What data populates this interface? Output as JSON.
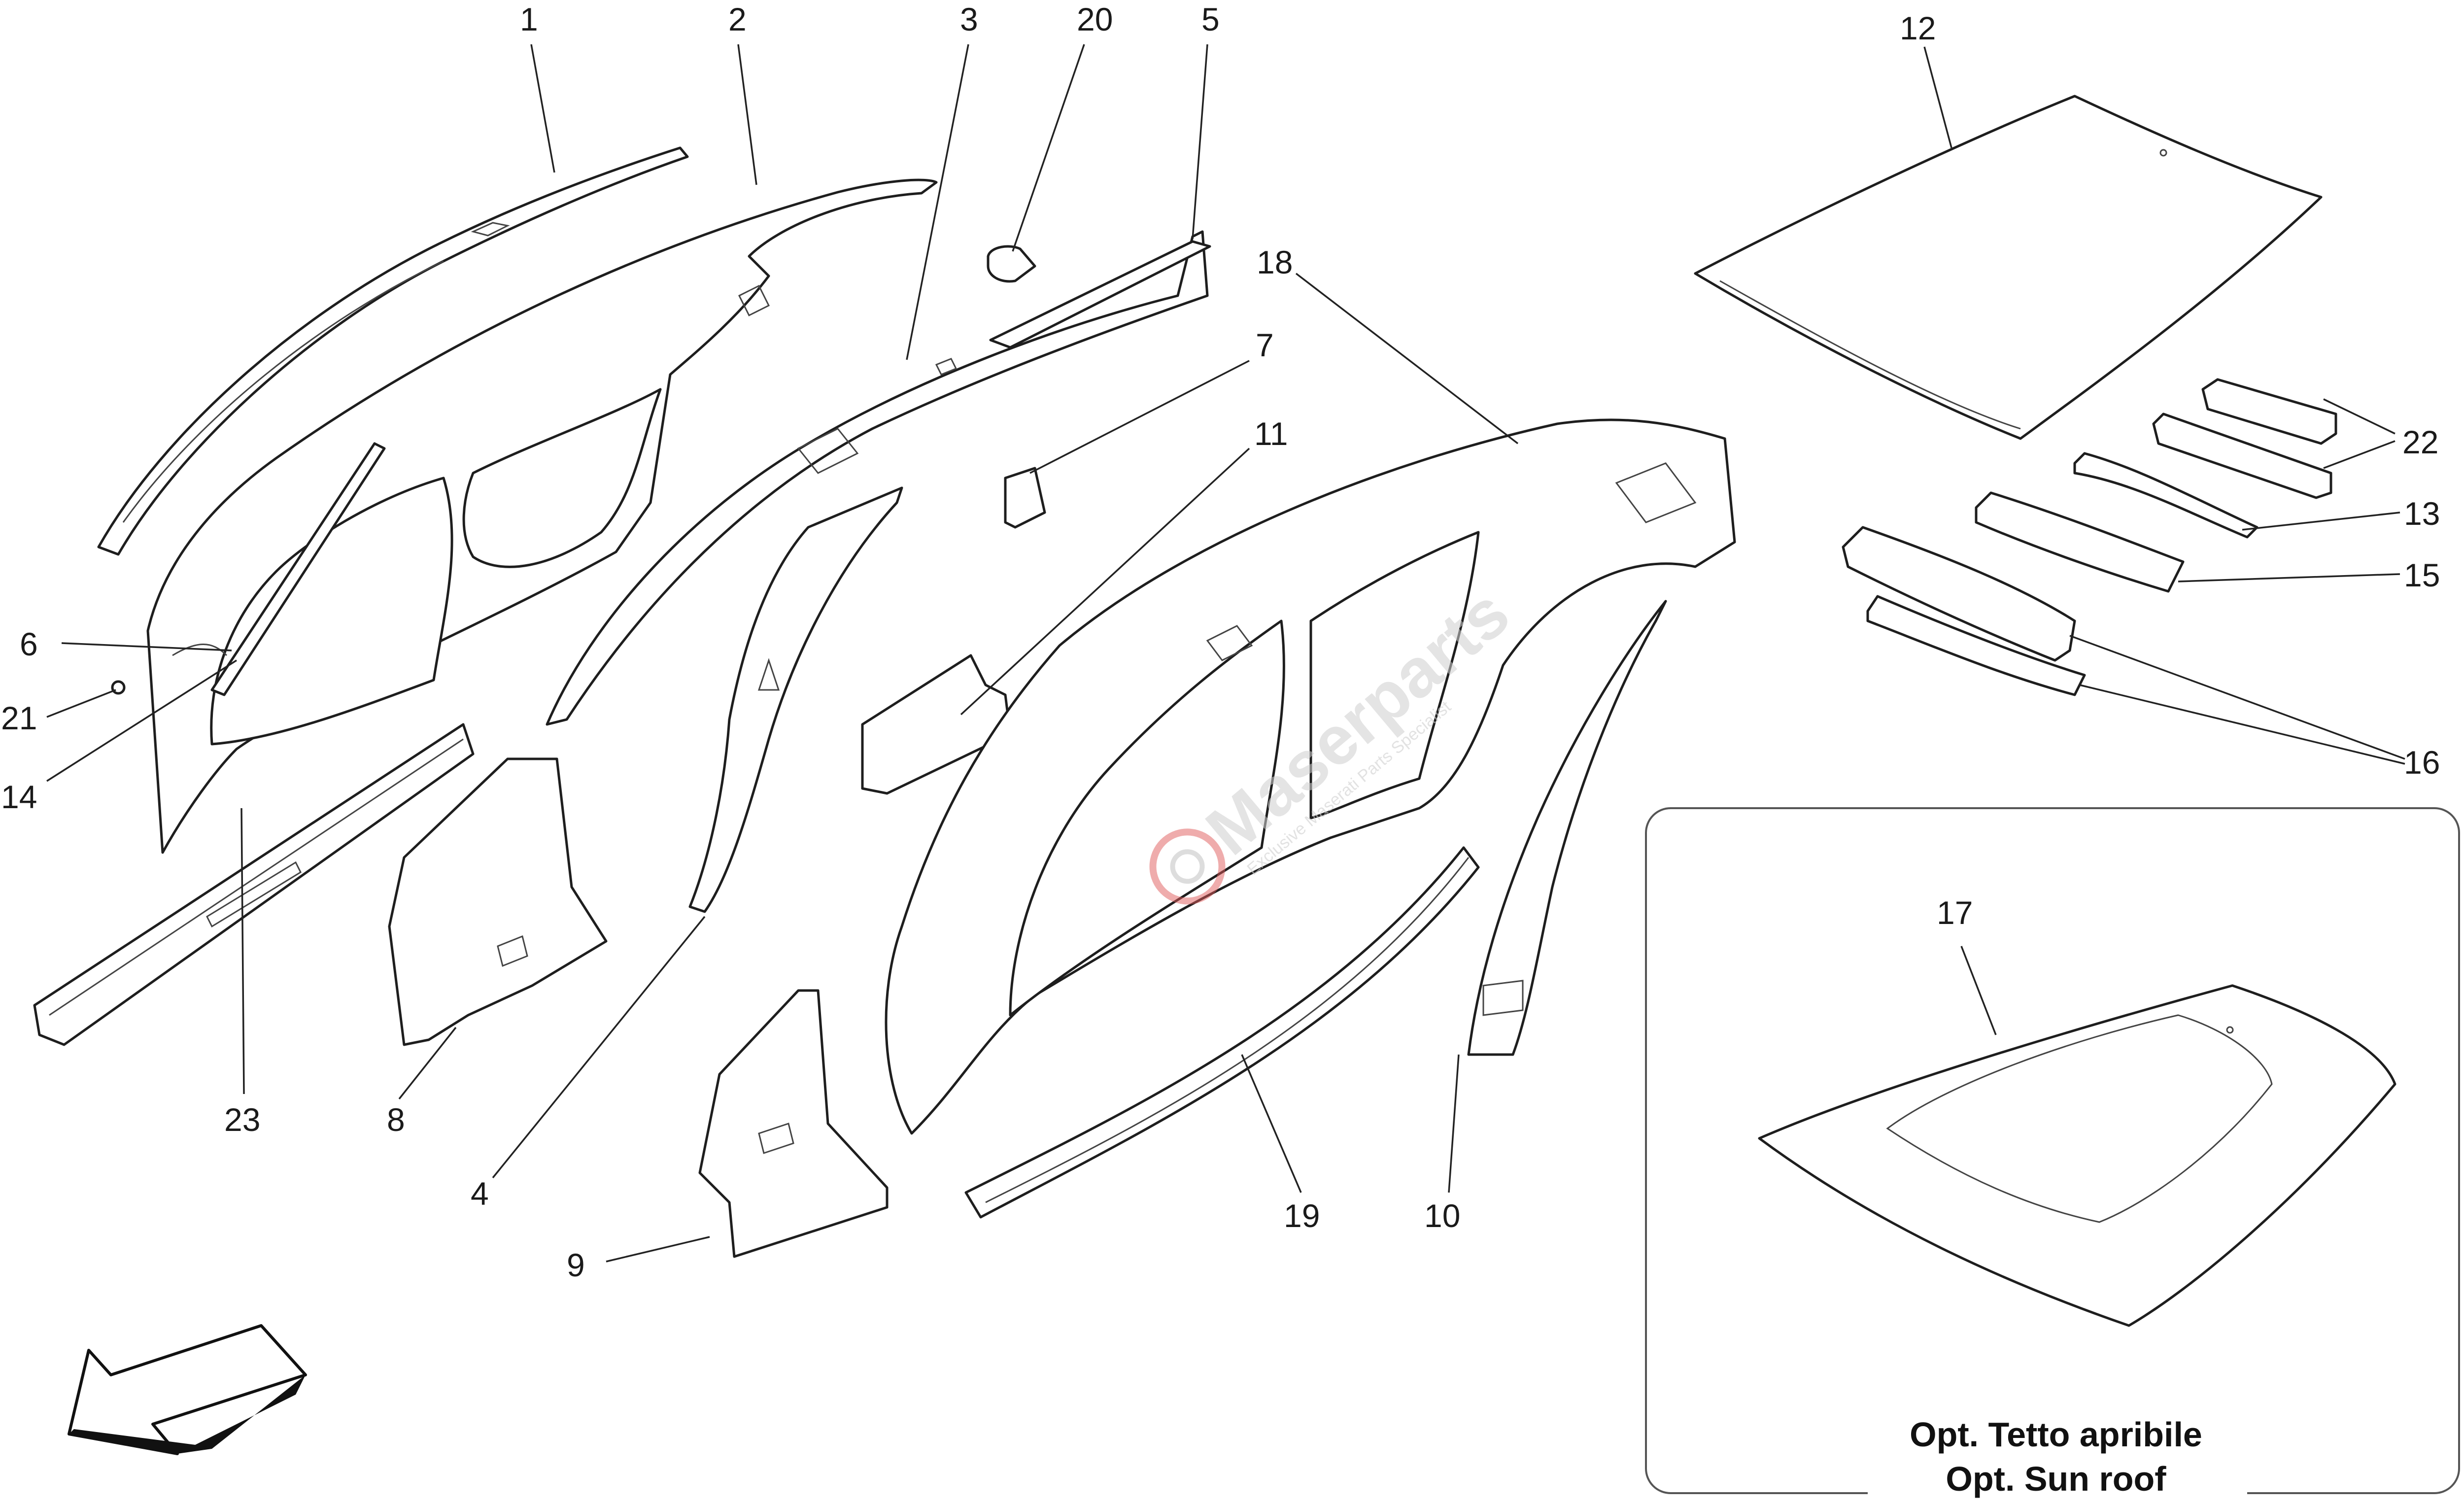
{
  "diagram": {
    "callouts": [
      "1",
      "2",
      "3",
      "20",
      "5",
      "12",
      "18",
      "7",
      "11",
      "6",
      "21",
      "14",
      "22",
      "13",
      "15",
      "16",
      "17",
      "23",
      "8",
      "4",
      "9",
      "19",
      "10"
    ],
    "inset": {
      "caption_line1": "Opt. Tetto apribile",
      "caption_line2": "Opt. Sun roof"
    },
    "watermark": {
      "brand": "Maserparts",
      "tagline": "Exclusive Maserati Parts Specialist"
    }
  },
  "colors": {
    "line": "#1e1e1e",
    "leader": "#222222",
    "inset_border": "#555555",
    "watermark": "#cfcfcf",
    "watermark_logo": "#e05a5a"
  },
  "icons": [
    "direction-arrow-icon",
    "watermark-logo-icon"
  ]
}
